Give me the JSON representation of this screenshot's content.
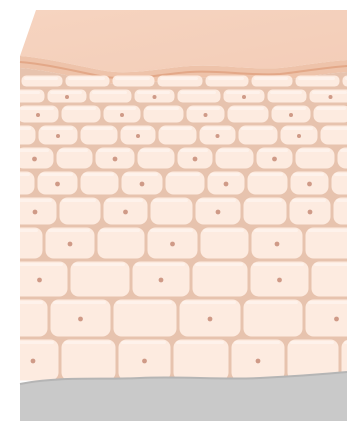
{
  "diagram": {
    "type": "skin-cross-section",
    "colors": {
      "background": "#ffffff",
      "surface_top": "#f6d4c0",
      "surface_front": "#f7d9c7",
      "surface_band": "#eec3aa",
      "surface_band_dark": "#e3a888",
      "interstitial": "#e7c3ae",
      "cell_fill": "#fdebe0",
      "cell_highlight": "#ffffff",
      "nucleus": "#cf9a87",
      "base_tissue": "#c9c9c9",
      "base_tissue_top": "#b5b5b5"
    },
    "layers": [
      {
        "id": "surface",
        "shape": "flat top slab"
      },
      {
        "id": "cells",
        "shape": "rows of rounded cells with nuclei"
      },
      {
        "id": "base",
        "shape": "grey underlying layer"
      }
    ]
  }
}
